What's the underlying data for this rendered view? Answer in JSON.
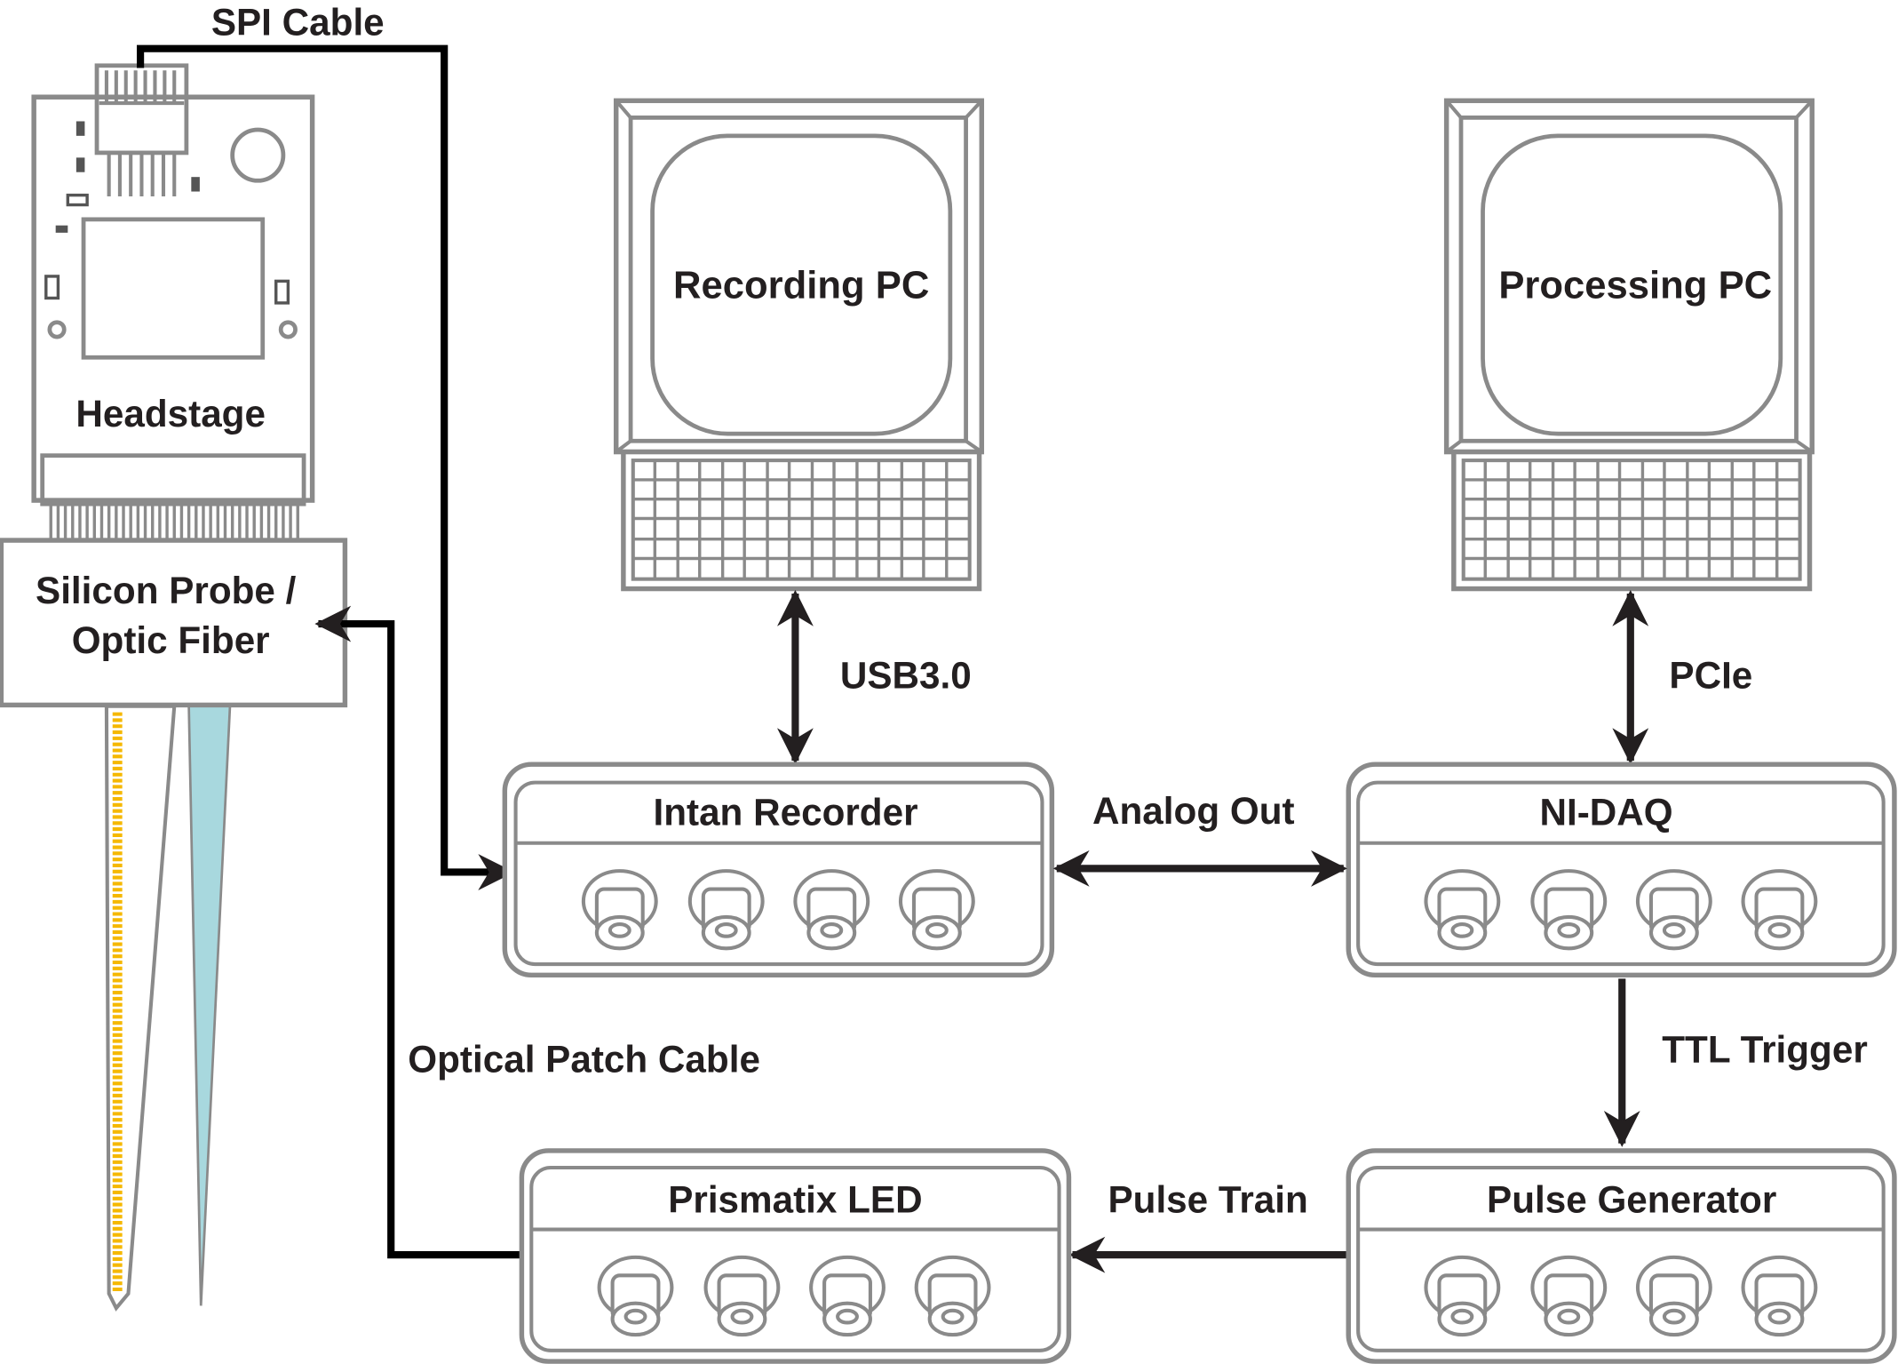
{
  "labels": {
    "spi_cable": "SPI Cable",
    "headstage": "Headstage",
    "probe_line1": "Silicon Probe /",
    "probe_line2": "Optic Fiber",
    "recording_pc": "Recording PC",
    "processing_pc": "Processing PC",
    "usb": "USB3.0",
    "pcie": "PCIe",
    "intan": "Intan Recorder",
    "nidaq": "NI-DAQ",
    "analog_out": "Analog Out",
    "ttl_trigger": "TTL Trigger",
    "optical_patch": "Optical Patch Cable",
    "prismatix": "Prismatix LED",
    "pulse_train": "Pulse Train",
    "pulse_generator": "Pulse Generator"
  },
  "colors": {
    "outline": "#8a8a8a",
    "wire": "#000000",
    "text": "#231f20",
    "probe_sites": "#f5b800",
    "fiber": "#a8d8de"
  }
}
